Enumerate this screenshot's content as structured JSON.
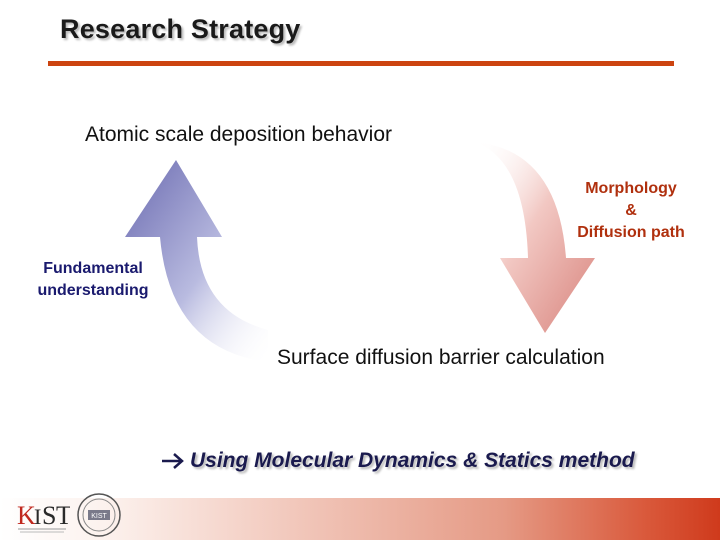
{
  "slide": {
    "title": "Research Strategy",
    "top_heading": "Atomic scale deposition behavior",
    "right_label": [
      "Morphology",
      "&",
      "Diffusion path"
    ],
    "left_label": [
      "Fundamental",
      "understanding"
    ],
    "bottom_heading": "Surface diffusion barrier calculation",
    "method_text": "Using Molecular Dynamics & Statics method",
    "logos": {
      "kist_text": "KIST",
      "seal_text": "KIST"
    }
  },
  "colors": {
    "accent_rule": "#cc4410",
    "left_arrow": "#7a7ab8",
    "right_arrow": "#d9908a",
    "right_label": "#b0300e",
    "left_label": "#1a1a6e"
  },
  "icons": {
    "method_arrow": "right-arrow-icon",
    "left_cycle_arrow": "curved-up-arrow-icon",
    "right_cycle_arrow": "curved-down-arrow-icon"
  }
}
